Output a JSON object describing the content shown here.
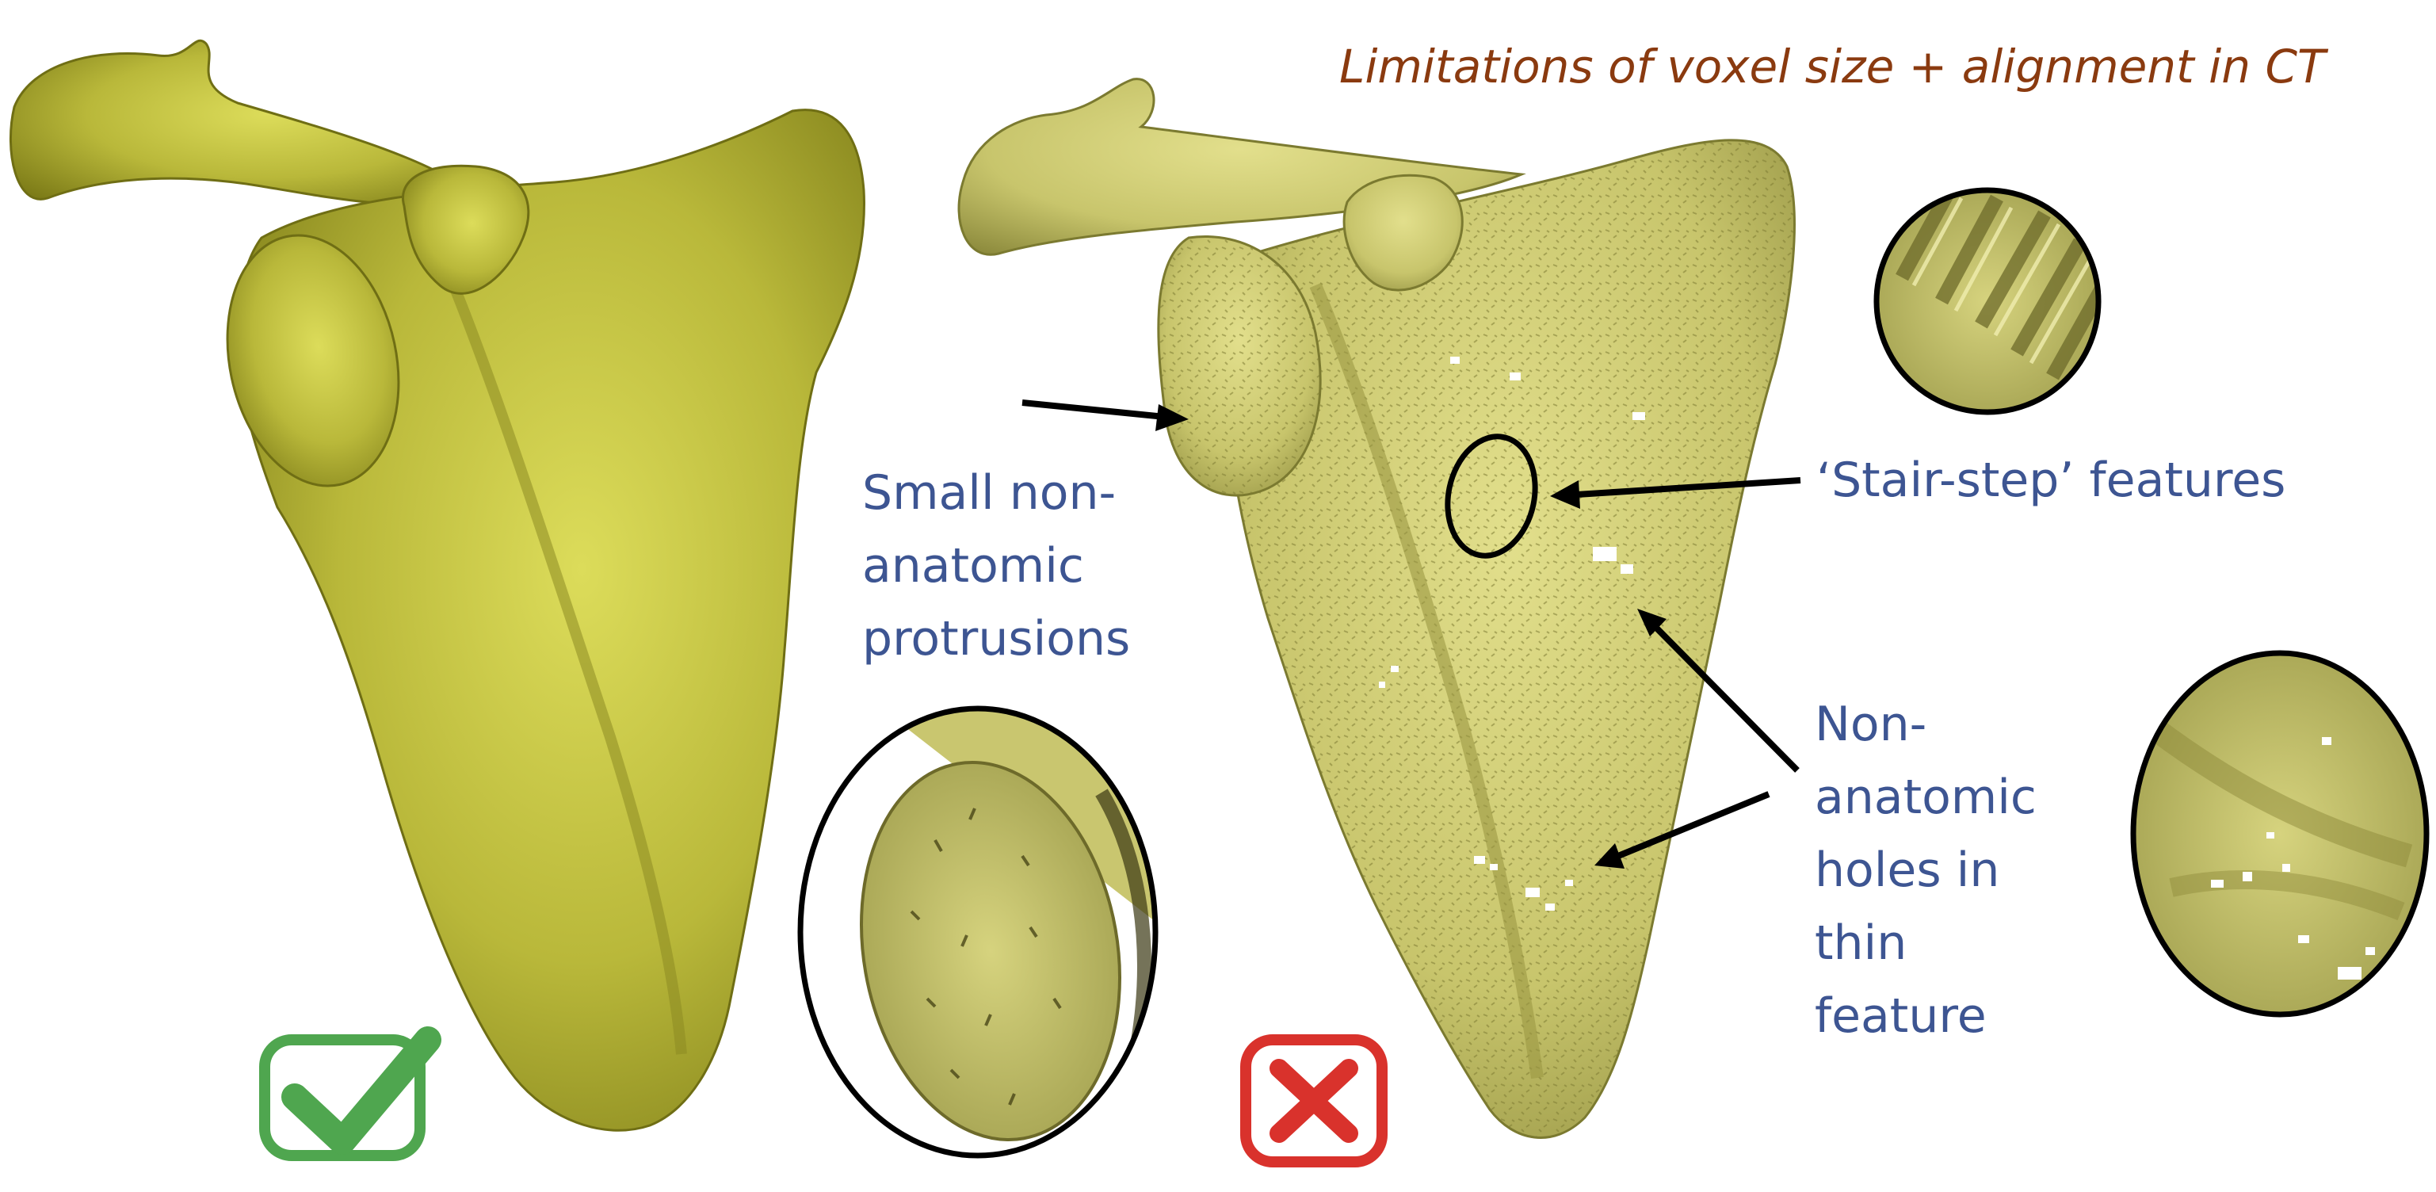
{
  "title": "Limitations of voxel size + alignment in CT",
  "labels": {
    "protrusions": "Small non-\nanatomic\nprotrusions",
    "stair_step": "‘Stair-step’ features",
    "holes": "Non-\nanatomic\nholes in\nthin\nfeature"
  },
  "verdicts": {
    "smooth_model": "check-icon",
    "raw_ct_model": "cross-icon"
  },
  "colors": {
    "bone": "#b8b634",
    "bone_raw": "#c9c66f",
    "text_blue": "#3d5592",
    "title_brown": "#8a3a0f",
    "check_green": "#4fa64f",
    "cross_red": "#d9322c"
  }
}
